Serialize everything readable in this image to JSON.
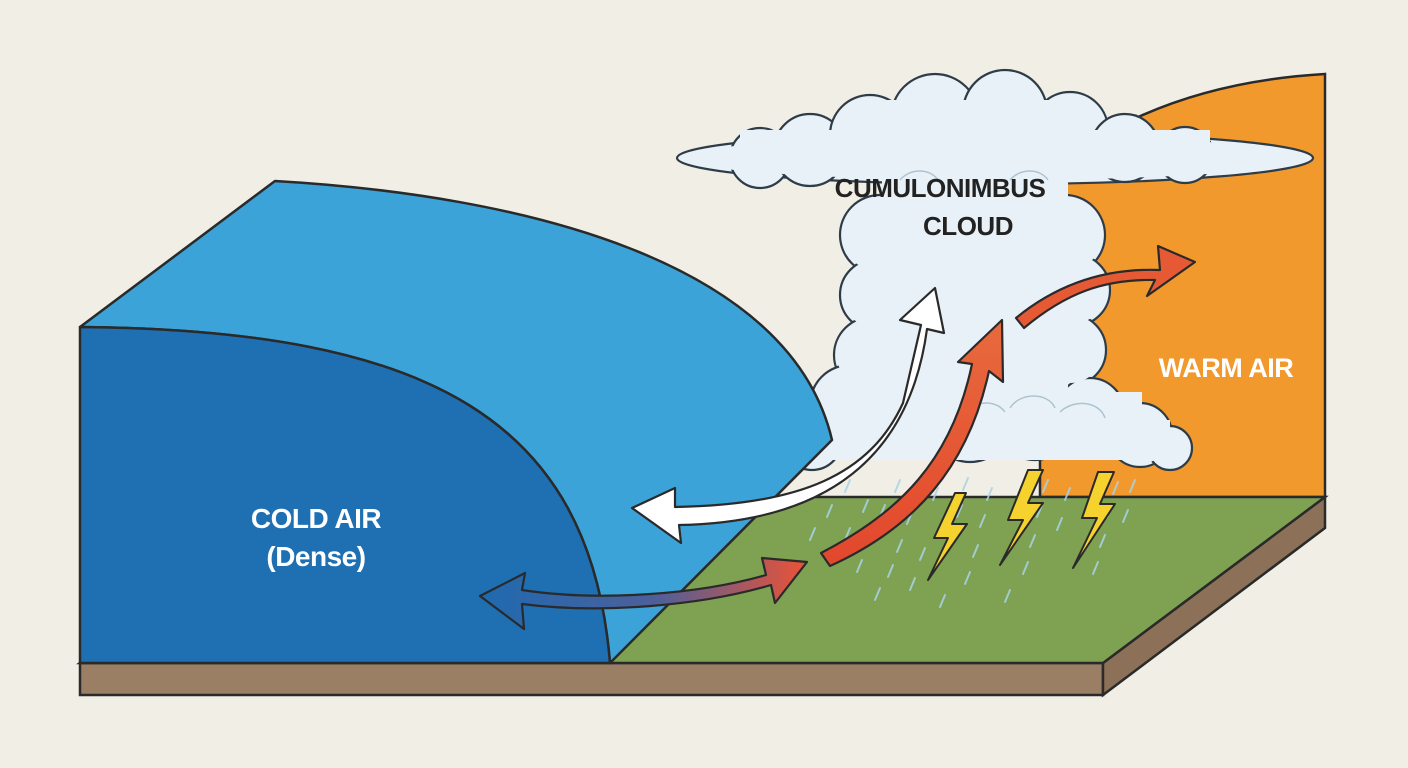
{
  "labels": {
    "cloud_line1": "CUMULONIMBUS",
    "cloud_line2": "CLOUD",
    "warm_air": "WARM AIR",
    "cold_air_line1": "COLD AIR",
    "cold_air_line2": "(Dense)"
  },
  "colors": {
    "background": "#f1eee5",
    "cold_air_front": "#1f6fb3",
    "cold_air_top": "#3ba3d8",
    "warm_air": "#f2992e",
    "ground_top": "#7ea152",
    "ground_side": "#9a7f64",
    "cloud": "#e8f1f7",
    "updraft_warm": "#e55a35",
    "updraft_white": "#ffffff",
    "lightning": "#f6d22f",
    "label_on_dark": "#ffffff",
    "label_on_cloud": "#222222"
  },
  "icons": [
    "cloud-icon",
    "lightning-bolt-icon",
    "rain-icon",
    "arrow-icon"
  ]
}
